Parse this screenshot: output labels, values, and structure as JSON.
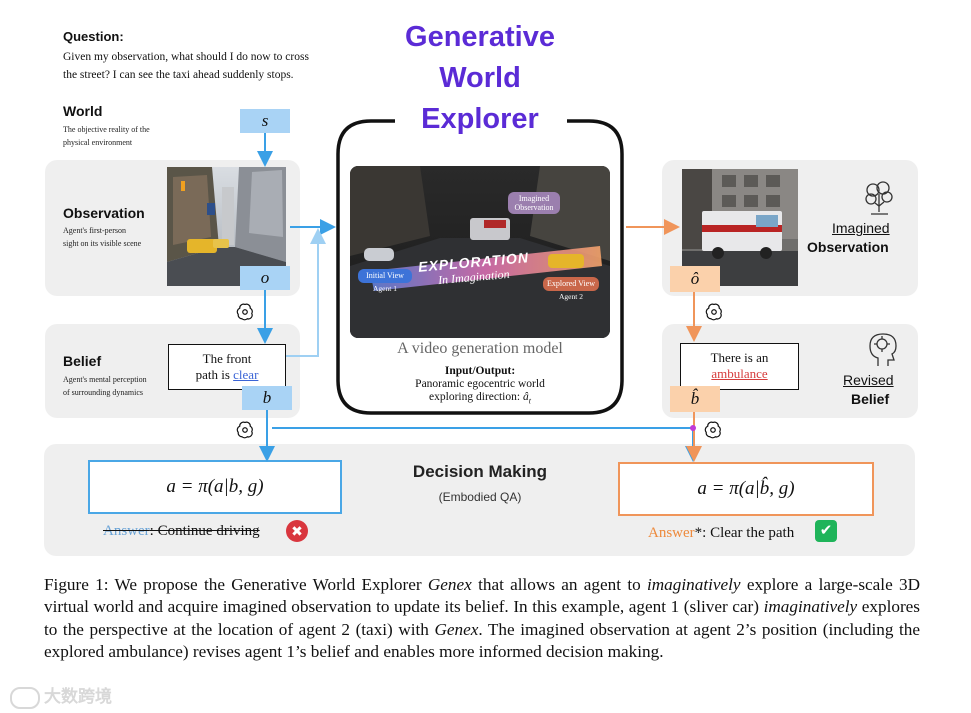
{
  "title": {
    "line1": "Generative",
    "line2": "World",
    "line3": "Explorer"
  },
  "question": {
    "label": "Question:",
    "line1": "Given my observation, what should I do now to cross",
    "line2": "the street? I can see the taxi ahead suddenly stops."
  },
  "world": {
    "label": "World",
    "desc_line1": "The objective reality of the",
    "desc_line2": "physical environment",
    "var": "s"
  },
  "observation": {
    "label": "Observation",
    "desc_line1": "Agent's first-person",
    "desc_line2": "sight on its visible scene",
    "var": "o"
  },
  "belief": {
    "label": "Belief",
    "desc_line1": "Agent's mental perception",
    "desc_line2": "of surrounding dynamics",
    "var": "b",
    "text_line1": "The front",
    "text_line2_prefix": "path is ",
    "text_highlight": "clear"
  },
  "model": {
    "scene_labels": {
      "imagined": "Imagined Observation",
      "exploration": "EXPLORATION",
      "in_imagination": "In Imagination",
      "initial_view": "Initial View",
      "agent1": "Agent 1",
      "explored_view": "Explored View",
      "agent2": "Agent 2"
    },
    "subtitle": "A video generation  model",
    "io_label": "Input/Output:",
    "io_line1": "Panoramic egocentric world",
    "io_line2": "exploring direction:"
  },
  "imagined_observation": {
    "label_top": "Imagined",
    "label_bottom": "Observation",
    "var": "ô"
  },
  "revised_belief": {
    "label_top": "Revised",
    "label_bottom": "Belief",
    "var": "b̂",
    "text_line1": "There is an",
    "text_highlight": "ambulance"
  },
  "decision": {
    "title": "Decision Making",
    "subtitle": "(Embodied QA)"
  },
  "formula_left": "a = π(a|b, g)",
  "formula_right": "a = π(a|b̂, g)",
  "answer_left": {
    "label": "Answer",
    "text": ": Continue driving"
  },
  "answer_right": {
    "label": "Answer",
    "star": "*",
    "text": ": Clear the path"
  },
  "caption": {
    "p1": "Figure 1:  We propose the Generative World Explorer ",
    "em1": "Genex",
    "p2": " that allows an agent to ",
    "em2": "imaginatively",
    "p3": " explore a large-scale 3D virtual world and acquire imagined observation to update its belief.  In this example, agent 1 (sliver car) ",
    "em3": "imaginatively",
    "p4": " explores to the perspective at the location of agent 2 (taxi) with ",
    "em4": "Genex",
    "p5": ". The imagined observation at agent 2’s position (including the explored ambulance) revises agent 1’s belief and enables more informed decision making."
  },
  "watermark": "大数跨境",
  "colors": {
    "title": "#5b2bd6",
    "blue_arrow": "#3aa0e6",
    "orange_arrow": "#f0955a",
    "clear_link": "#3b64d6",
    "ambulance_link": "#d63b3b",
    "answer_left": "#6aa3d6",
    "answer_right": "#ee8a3c",
    "wrong_badge": "#d9363e",
    "right_badge": "#1fb45a"
  }
}
